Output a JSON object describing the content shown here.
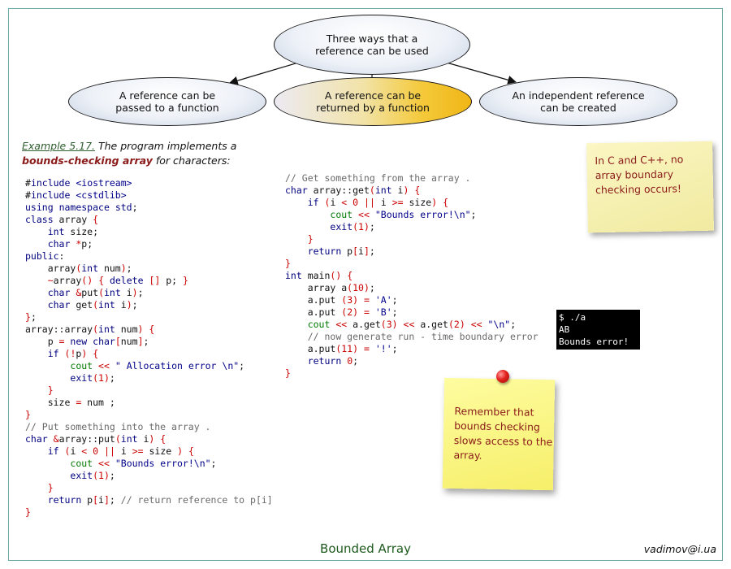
{
  "diagram": {
    "top": "Three ways that a reference can be used",
    "left": "A reference can be passed to a function",
    "middle": "A reference can be returned by a function",
    "right": "An independent reference can be created"
  },
  "example": {
    "title": "Example 5.17.",
    "text_before": " The program implements a ",
    "bold": "bounds-checking array",
    "text_after": " for characters:"
  },
  "code_left": [
    "#include <iostream>",
    "#include <cstdlib>",
    "using namespace std;",
    "class array {",
    "    int size;",
    "    char *p;",
    "public:",
    "    array(int num);",
    "    ~array() { delete [] p; }",
    "    char &put(int i);",
    "    char get(int i);",
    "};",
    "array::array(int num) {",
    "    p = new char[num];",
    "    if (!p) {",
    "        cout << \" Allocation error \\n\";",
    "        exit(1);",
    "    }",
    "    size = num ;",
    "}",
    "// Put something into the array .",
    "char &array::put(int i) {",
    "    if (i < 0 || i >= size ) {",
    "        cout << \"Bounds error!\\n\";",
    "        exit(1);",
    "    }",
    "    return p[i]; // return reference to p[i]",
    "}"
  ],
  "code_right": [
    "// Get something from the array .",
    "char array::get(int i) {",
    "    if (i < 0 || i >= size) {",
    "        cout << \"Bounds error!\\n\";",
    "        exit(1);",
    "    }",
    "    return p[i];",
    "}",
    "int main() {",
    "    array a(10);",
    "    a.put (3) = 'A';",
    "    a.put (2) = 'B';",
    "    cout << a.get(3) << a.get(2) << \"\\n\";",
    "    // now generate run - time boundary error",
    "    a.put(11) = '!';",
    "    return 0;",
    "}"
  ],
  "terminal_lines": [
    "$ ./a",
    "AB",
    "Bounds error!"
  ],
  "note_top": "In C and C++, no array boundary checking occurs!",
  "note_bottom": "Remember that bounds checking slows access to the array.",
  "footer": {
    "title": "Bounded Array",
    "email": "vadimov@i.ua"
  },
  "colors": {
    "frame": "#6fa8a8",
    "note_text": "#8b1a1a",
    "footer_title": "#1e5a1e",
    "highlight_ellipse": "#f4c93a"
  }
}
